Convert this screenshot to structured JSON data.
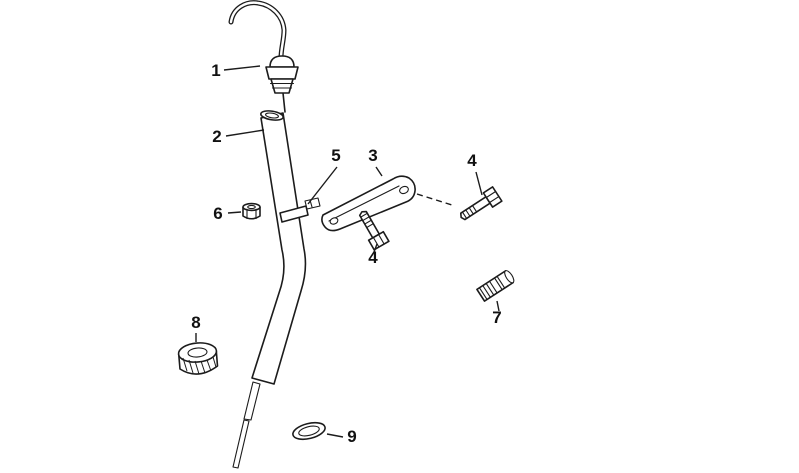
{
  "page": {
    "background": "#ffffff",
    "line_color": "#1c1c1c"
  },
  "diagram": {
    "type": "exploded-parts-diagram",
    "callouts": {
      "c1": "1",
      "c2": "2",
      "c3": "3",
      "c4a": "4",
      "c4b": "4",
      "c5": "5",
      "c6": "6",
      "c7": "7",
      "c8": "8",
      "c9": "9"
    }
  }
}
